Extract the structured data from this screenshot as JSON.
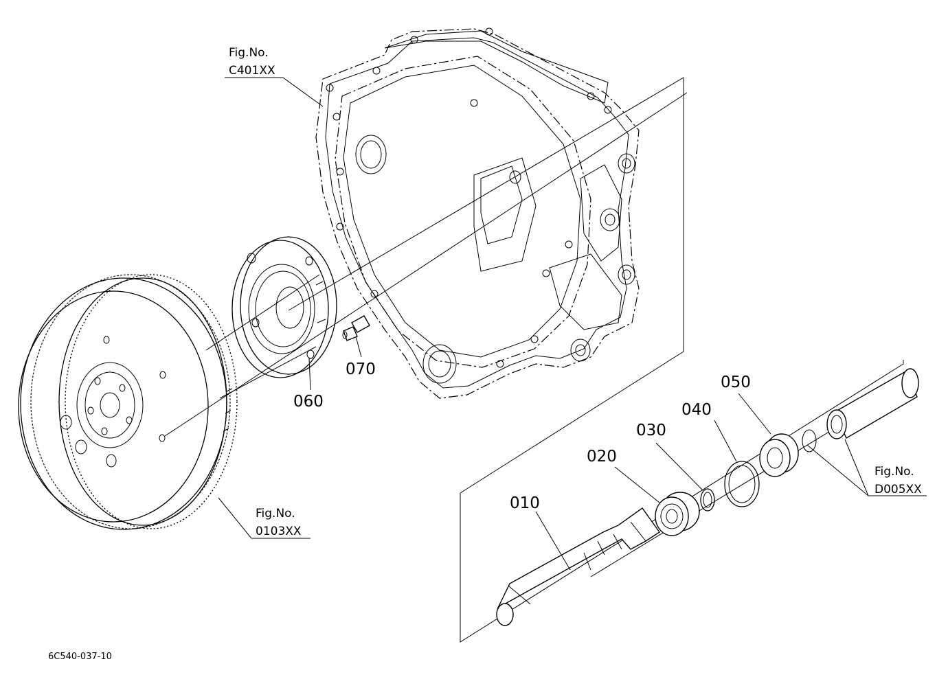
{
  "references": {
    "housing": {
      "line1": "Fig.No.",
      "line2": "C401XX"
    },
    "flywheel": {
      "line1": "Fig.No.",
      "line2": "0103XX"
    },
    "coupling": {
      "line1": "Fig.No.",
      "line2": "D005XX"
    }
  },
  "parts": {
    "p010": "010",
    "p020": "020",
    "p030": "030",
    "p040": "040",
    "p050": "050",
    "p060": "060",
    "p070": "070"
  },
  "drawing_code": "6C540-037-10"
}
